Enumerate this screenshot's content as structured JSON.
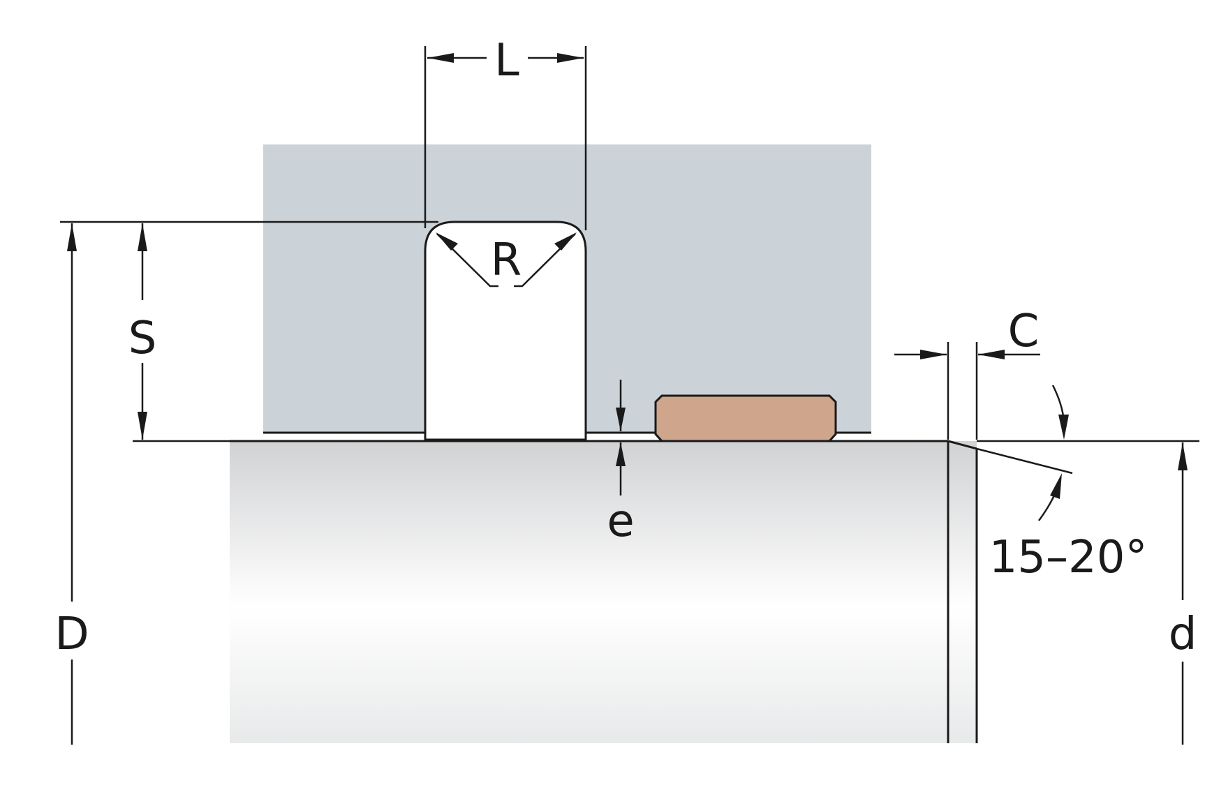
{
  "diagram": {
    "labels": {
      "L": "L",
      "R": "R",
      "S": "S",
      "C": "C",
      "e": "e",
      "D": "D",
      "d": "d",
      "angle": "15–20°"
    },
    "colors": {
      "housing": "#cbd3d8",
      "piston_rod_light": "#f7f7f7",
      "piston_rod_dark": "#d0d1d3",
      "guide_ring": "#cfa58b",
      "line": "#1a1a1a",
      "background": "#ffffff"
    }
  }
}
